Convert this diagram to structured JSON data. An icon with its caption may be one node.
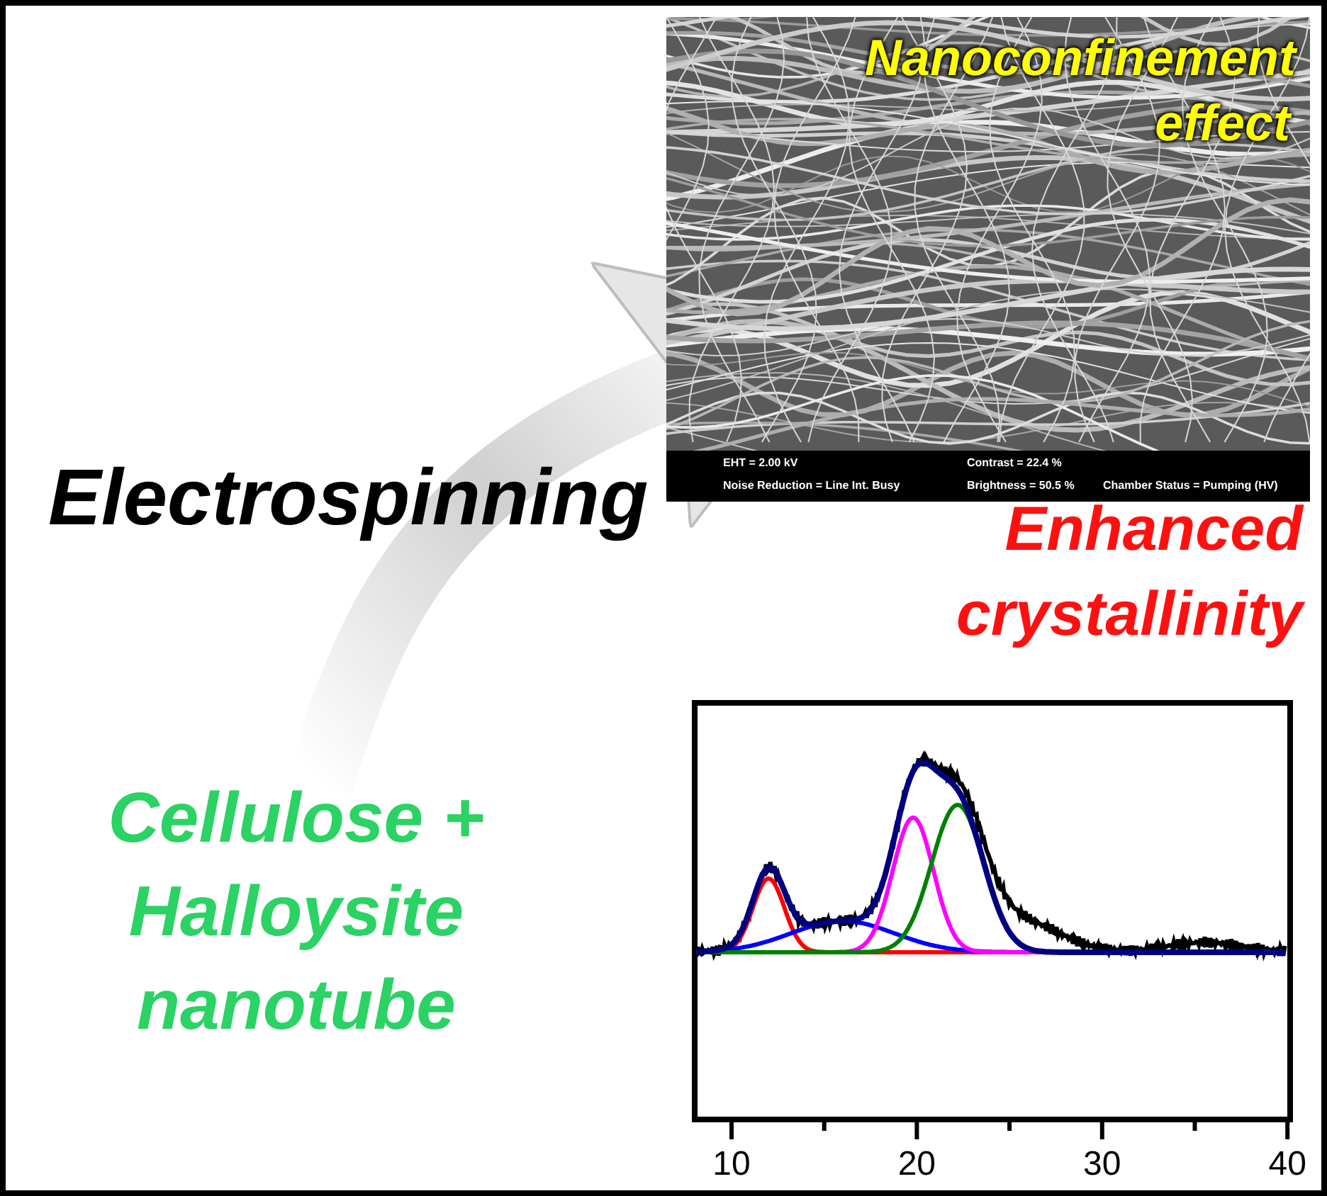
{
  "diagram": {
    "nodes": [
      {
        "text": [
          "Cellulose + Halloysite nanotube"
        ]
      },
      {
        "text": [
          "Nanoconfinement effect"
        ]
      },
      {
        "text": [
          "Enhanced crystallinity"
        ]
      }
    ],
    "edges": [
      {
        "from": 0,
        "to": 1,
        "arrow": "to",
        "label": "Electrospinning"
      }
    ],
    "labels": [
      "EHT = 2.00 kV",
      "Contrast = 22.4 %",
      "Noise Reduction = Line Int. Busy",
      "Brightness = 50.5 %",
      "Chamber Status = Pumping (HV)",
      "10",
      "20",
      "30",
      "40"
    ]
  }
}
